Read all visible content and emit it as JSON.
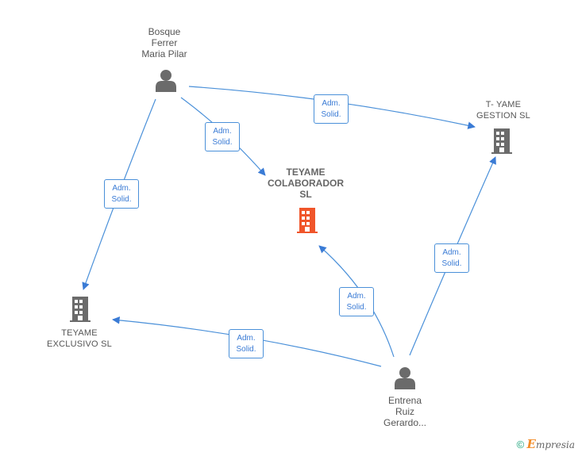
{
  "nodes": {
    "bosque": {
      "label": "Bosque\nFerrer\nMaria Pilar",
      "type": "person"
    },
    "entrena": {
      "label": "Entrena\nRuiz\nGerardo...",
      "type": "person"
    },
    "teyame_colaborador": {
      "label": "TEYAME\nCOLABORADOR\nSL",
      "type": "company",
      "highlight": "#f0552a"
    },
    "tyame_gestion": {
      "label": "T- YAME\nGESTION SL",
      "type": "company"
    },
    "teyame_exclusivo": {
      "label": "TEYAME\nEXCLUSIVO  SL",
      "type": "company"
    }
  },
  "edges": [
    {
      "from": "bosque",
      "to": "tyame_gestion",
      "role": [
        "Adm.",
        "Solid."
      ]
    },
    {
      "from": "bosque",
      "to": "teyame_colaborador",
      "role": [
        "Adm.",
        "Solid."
      ]
    },
    {
      "from": "bosque",
      "to": "teyame_exclusivo",
      "role": [
        "Adm.",
        "Solid."
      ]
    },
    {
      "from": "entrena",
      "to": "tyame_gestion",
      "role": [
        "Adm.",
        "Solid."
      ]
    },
    {
      "from": "entrena",
      "to": "teyame_colaborador",
      "role": [
        "Adm.",
        "Solid."
      ]
    },
    {
      "from": "entrena",
      "to": "teyame_exclusivo",
      "role": [
        "Adm.",
        "Solid."
      ]
    }
  ],
  "colors": {
    "edge": "#4a90d9",
    "icon": "#6b6b6b",
    "highlight": "#f0552a"
  },
  "brand": {
    "copyright": "©",
    "e": "E",
    "rest": "mpresia"
  }
}
